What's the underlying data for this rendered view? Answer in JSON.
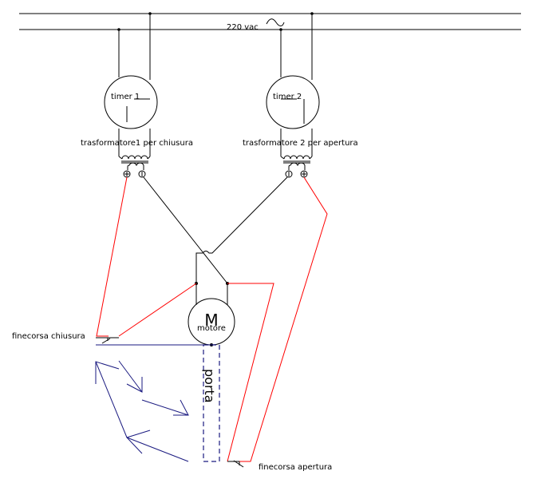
{
  "diagram": {
    "supply_label": "220 vac",
    "supply_symbol": "~",
    "timer1_label": "timer 1",
    "timer2_label": "timer 2",
    "transformer1_label": "trasformatore1 per chiusura",
    "transformer2_label": "trasformatore 2 per apertura",
    "terminal_plus": "+",
    "terminal_minus": "-",
    "motor_symbol": "M",
    "motor_label": "motore",
    "door_label": "porta",
    "limit_switch_close_label": "finecorsa chiusura",
    "limit_switch_open_label": "finecorsa apertura",
    "colors": {
      "wire_black": "#000000",
      "wire_red": "#ff0000",
      "door_blue": "#1a1a80"
    }
  }
}
